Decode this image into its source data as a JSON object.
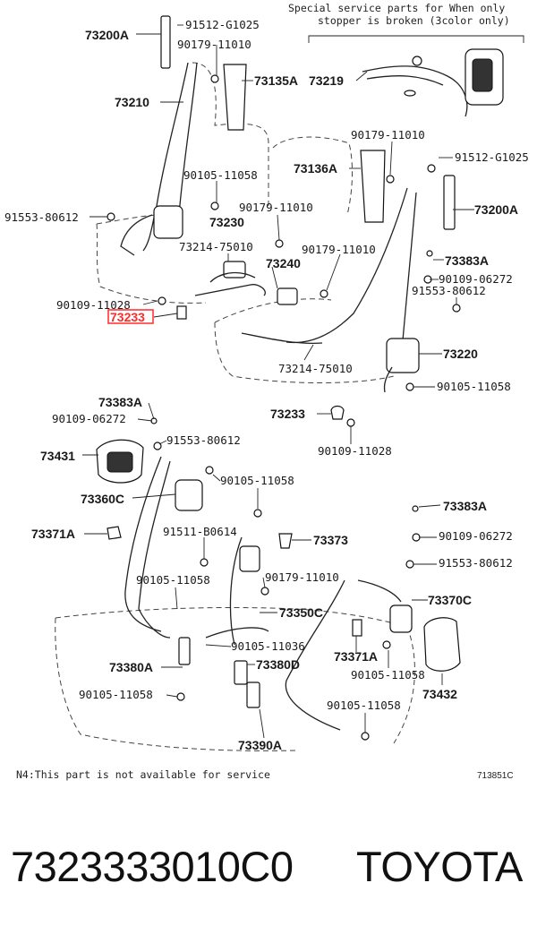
{
  "note_top_line1": "Special service parts for When only",
  "note_top_line2": "stopper is broken (3color only)",
  "note_bottom": "N4:This part is not available for service",
  "figure_code": "713851C",
  "footer": {
    "part_number": "7323333010C0",
    "brand": "TOYOTA"
  },
  "highlight_color": "#ff2a2a",
  "labels": [
    {
      "id": "73200A-top",
      "text": "73200A"
    },
    {
      "id": "91512-G1025-top",
      "text": "91512-G1025"
    },
    {
      "id": "90179-11010-top",
      "text": "90179-11010"
    },
    {
      "id": "73135A",
      "text": "73135A"
    },
    {
      "id": "73219",
      "text": "73219"
    },
    {
      "id": "73210",
      "text": "73210"
    },
    {
      "id": "90179-11010-mid",
      "text": "90179-11010"
    },
    {
      "id": "91512-G1025-right",
      "text": "91512-G1025"
    },
    {
      "id": "73136A",
      "text": "73136A"
    },
    {
      "id": "90105-11058-a",
      "text": "90105-11058"
    },
    {
      "id": "90179-11010-c",
      "text": "90179-11010"
    },
    {
      "id": "73230",
      "text": "73230"
    },
    {
      "id": "73200A-right",
      "text": "73200A"
    },
    {
      "id": "91553-80612-left",
      "text": "91553-80612"
    },
    {
      "id": "73214-75010-a",
      "text": "73214-75010"
    },
    {
      "id": "90179-11010-d",
      "text": "90179-11010"
    },
    {
      "id": "73240",
      "text": "73240"
    },
    {
      "id": "73383A-right",
      "text": "73383A"
    },
    {
      "id": "90109-06272-right",
      "text": "90109-06272"
    },
    {
      "id": "91553-80612-right",
      "text": "91553-80612"
    },
    {
      "id": "90109-11028-a",
      "text": "90109-11028"
    },
    {
      "id": "73220",
      "text": "73220"
    },
    {
      "id": "73214-75010-b",
      "text": "73214-75010"
    },
    {
      "id": "90105-11058-b",
      "text": "90105-11058"
    },
    {
      "id": "73383A-left",
      "text": "73383A"
    },
    {
      "id": "90109-06272-left",
      "text": "90109-06272"
    },
    {
      "id": "73233-b",
      "text": "73233"
    },
    {
      "id": "90109-11028-b",
      "text": "90109-11028"
    },
    {
      "id": "91553-80612-c",
      "text": "91553-80612"
    },
    {
      "id": "73431",
      "text": "73431"
    },
    {
      "id": "90105-11058-c",
      "text": "90105-11058"
    },
    {
      "id": "73360C",
      "text": "73360C"
    },
    {
      "id": "73383A-c",
      "text": "73383A"
    },
    {
      "id": "73371A-left",
      "text": "73371A"
    },
    {
      "id": "91511-B0614",
      "text": "91511-B0614"
    },
    {
      "id": "73373",
      "text": "73373"
    },
    {
      "id": "90109-06272-c",
      "text": "90109-06272"
    },
    {
      "id": "91553-80612-d",
      "text": "91553-80612"
    },
    {
      "id": "90179-11010-e",
      "text": "90179-11010"
    },
    {
      "id": "90105-11058-d",
      "text": "90105-11058"
    },
    {
      "id": "73370C",
      "text": "73370C"
    },
    {
      "id": "73350C",
      "text": "73350C"
    },
    {
      "id": "90105-11036",
      "text": "90105-11036"
    },
    {
      "id": "73371A-right",
      "text": "73371A"
    },
    {
      "id": "73380A",
      "text": "73380A"
    },
    {
      "id": "73380D",
      "text": "73380D"
    },
    {
      "id": "90105-11058-e",
      "text": "90105-11058"
    },
    {
      "id": "73432",
      "text": "73432"
    },
    {
      "id": "90105-11058-f",
      "text": "90105-11058"
    },
    {
      "id": "90105-11058-g",
      "text": "90105-11058"
    },
    {
      "id": "73390A",
      "text": "73390A"
    }
  ],
  "highlighted_label": "73233"
}
